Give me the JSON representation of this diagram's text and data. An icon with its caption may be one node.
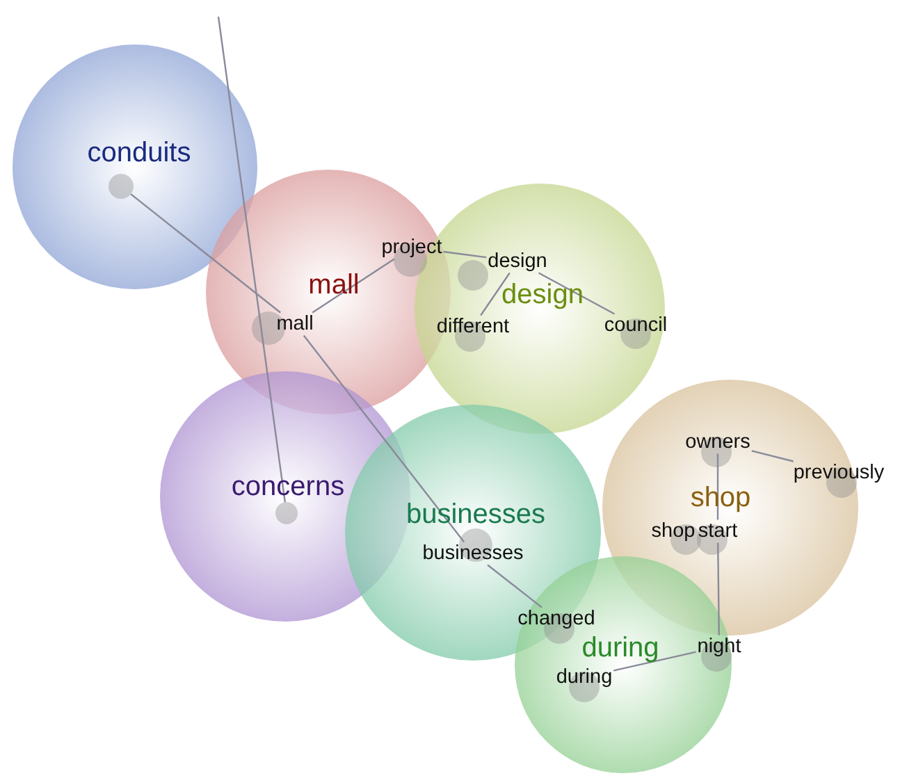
{
  "diagram": {
    "nodes": [
      {
        "text": [
          "conduits"
        ]
      },
      {
        "text": [
          "mall"
        ]
      },
      {
        "text": [
          "design"
        ]
      },
      {
        "text": [
          "concerns"
        ]
      },
      {
        "text": [
          "businesses"
        ]
      },
      {
        "text": [
          "shop"
        ]
      },
      {
        "text": [
          "during"
        ]
      },
      {
        "text": [],
        "shape": "circle",
        "in": 0
      },
      {
        "text": [
          "mall"
        ],
        "in": 1
      },
      {
        "text": [
          "project"
        ],
        "in": 1
      },
      {
        "text": [
          "design"
        ],
        "in": 2
      },
      {
        "text": [
          "different"
        ],
        "in": 2
      },
      {
        "text": [
          "council"
        ],
        "in": 2
      },
      {
        "text": [],
        "shape": "circle",
        "in": 3
      },
      {
        "text": [
          "businesses"
        ],
        "in": 4
      },
      {
        "text": [
          "changed"
        ]
      },
      {
        "text": [
          "during"
        ],
        "in": 6
      },
      {
        "text": [
          "night"
        ],
        "in": 6
      },
      {
        "text": [
          "owners"
        ],
        "in": 5
      },
      {
        "text": [
          "previously"
        ],
        "in": 5
      },
      {
        "text": [
          "shop"
        ],
        "in": 5
      },
      {
        "text": [
          "start"
        ],
        "in": 5
      }
    ],
    "edges": [
      {
        "from": null,
        "to": 13,
        "arrow": "none"
      },
      {
        "from": 7,
        "to": 8,
        "arrow": "none"
      },
      {
        "from": 8,
        "to": 14,
        "arrow": "none"
      },
      {
        "from": 14,
        "to": 15,
        "arrow": "none"
      },
      {
        "from": 8,
        "to": 9,
        "arrow": "none"
      },
      {
        "from": 9,
        "to": 10,
        "arrow": "none"
      },
      {
        "from": 10,
        "to": 11,
        "arrow": "none"
      },
      {
        "from": 10,
        "to": 12,
        "arrow": "none"
      },
      {
        "from": 18,
        "to": 19,
        "arrow": "none"
      },
      {
        "from": 18,
        "to": 21,
        "arrow": "none"
      },
      {
        "from": 21,
        "to": 17,
        "arrow": "none"
      },
      {
        "from": 17,
        "to": 16,
        "arrow": "none"
      }
    ]
  }
}
